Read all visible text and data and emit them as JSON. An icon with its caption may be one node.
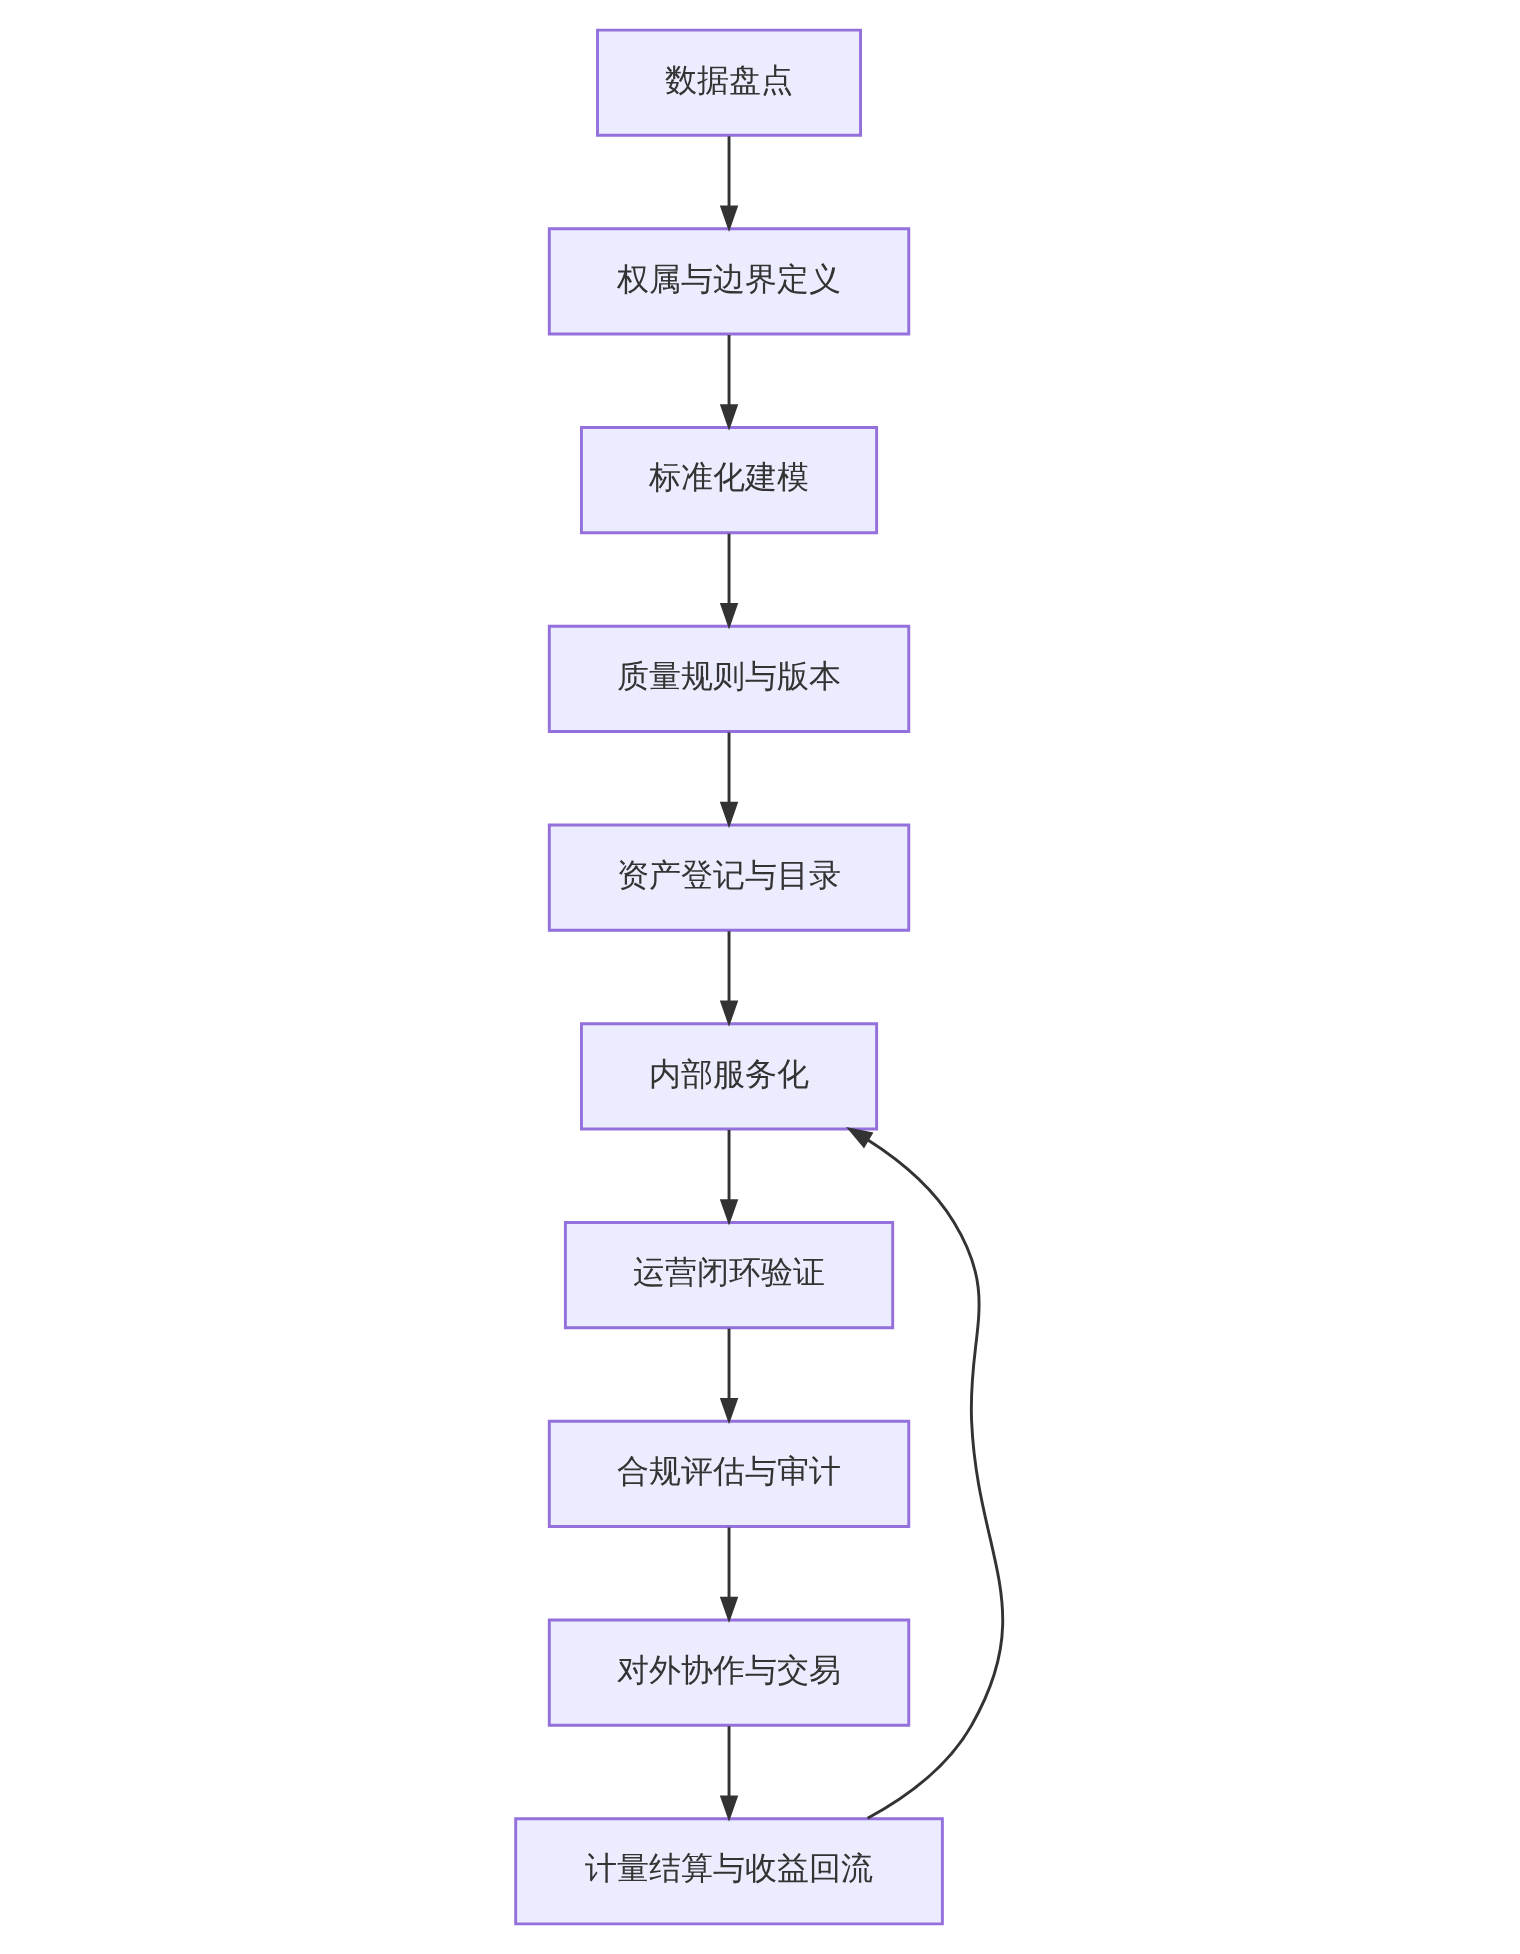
{
  "diagram": {
    "nodes": [
      {
        "text": [
          "数据盘点"
        ]
      },
      {
        "text": [
          "权属与边界定义"
        ]
      },
      {
        "text": [
          "标准化建模"
        ]
      },
      {
        "text": [
          "质量规则与版本"
        ]
      },
      {
        "text": [
          "资产登记与目录"
        ]
      },
      {
        "text": [
          "内部服务化"
        ]
      },
      {
        "text": [
          "运营闭环验证"
        ]
      },
      {
        "text": [
          "合规评估与审计"
        ]
      },
      {
        "text": [
          "对外协作与交易"
        ]
      },
      {
        "text": [
          "计量结算与收益回流"
        ]
      }
    ],
    "edges": [
      {
        "from": 0,
        "to": 1,
        "arrow": "to"
      },
      {
        "from": 1,
        "to": 2,
        "arrow": "to"
      },
      {
        "from": 2,
        "to": 3,
        "arrow": "to"
      },
      {
        "from": 3,
        "to": 4,
        "arrow": "to"
      },
      {
        "from": 4,
        "to": 5,
        "arrow": "to"
      },
      {
        "from": 5,
        "to": 6,
        "arrow": "to"
      },
      {
        "from": 6,
        "to": 7,
        "arrow": "to"
      },
      {
        "from": 7,
        "to": 8,
        "arrow": "to"
      },
      {
        "from": 8,
        "to": 9,
        "arrow": "to"
      },
      {
        "from": 9,
        "to": 5,
        "arrow": "to"
      }
    ]
  }
}
